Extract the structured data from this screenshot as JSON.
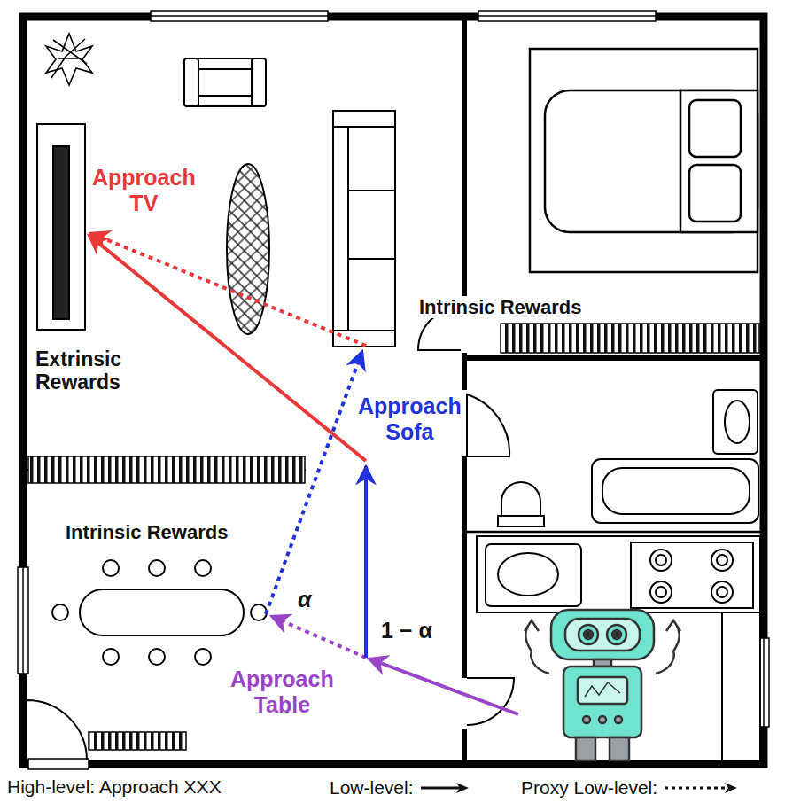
{
  "diagram": {
    "labels": [
      "Approach TV",
      "Extrinsic Rewards",
      "Intrinsic Rewards",
      "Intrinsic Rewards",
      "Approach Sofa",
      "Approach Table",
      "α",
      "1 − α",
      "High-level: Approach XXX"
    ],
    "legend": [
      {
        "text": "Low-level:"
      },
      {
        "text": "Proxy Low-level:"
      }
    ]
  }
}
